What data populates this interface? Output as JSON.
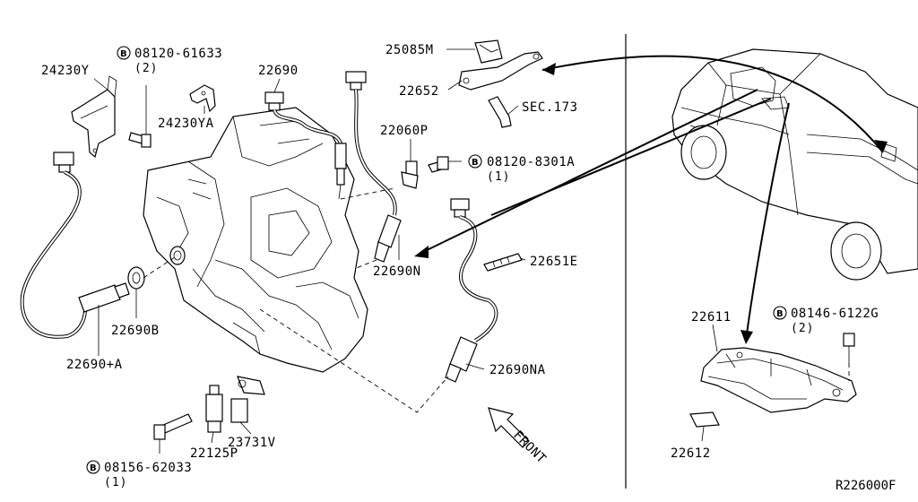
{
  "labels": {
    "p24230Y": "24230Y",
    "bolt1_num": "08120-61633",
    "bolt1_qty": "(2)",
    "p24230YA": "24230YA",
    "p22690": "22690",
    "p25085M": "25085M",
    "p22652": "22652",
    "sec173": "SEC.173",
    "p22060P": "22060P",
    "bolt2_num": "08120-8301A",
    "bolt2_qty": "(1)",
    "p22690N": "22690N",
    "p22651E": "22651E",
    "p22690B": "22690B",
    "p22690A": "22690+A",
    "p22690NA": "22690NA",
    "p22125P": "22125P",
    "p23731V": "23731V",
    "bolt3_num": "08156-62033",
    "bolt3_qty": "(1)",
    "front": "FRONT",
    "p22611": "22611",
    "bolt4_num": "08146-6122G",
    "bolt4_qty": "(2)",
    "p22612": "22612",
    "ref_code": "R226000F",
    "bolt_symbol": "B"
  }
}
